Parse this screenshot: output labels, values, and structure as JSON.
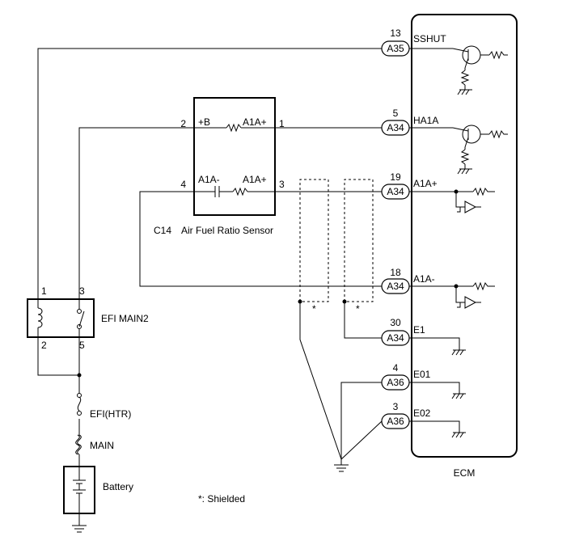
{
  "ecm": {
    "label": "ECM",
    "pins": [
      {
        "num": "13",
        "conn": "A35",
        "signal": "SSHUT"
      },
      {
        "num": "5",
        "conn": "A34",
        "signal": "HA1A"
      },
      {
        "num": "19",
        "conn": "A34",
        "signal": "A1A+"
      },
      {
        "num": "18",
        "conn": "A34",
        "signal": "A1A-"
      },
      {
        "num": "30",
        "conn": "A34",
        "signal": "E1"
      },
      {
        "num": "4",
        "conn": "A36",
        "signal": "E01"
      },
      {
        "num": "3",
        "conn": "A36",
        "signal": "E02"
      }
    ]
  },
  "sensor": {
    "id": "C14",
    "name": "Air Fuel Ratio Sensor",
    "pin_b": "2",
    "pin_b_label": "+B",
    "pin_heater_out": "1",
    "heater_label": "A1A+",
    "pin_minus": "4",
    "minus_label": "A1A-",
    "pin_plus": "3",
    "plus_label": "A1A+"
  },
  "relay": {
    "name": "EFI MAIN2",
    "pins": [
      "1",
      "3",
      "2",
      "5"
    ]
  },
  "fuses": {
    "efi_htr": "EFI(HTR)",
    "main": "MAIN"
  },
  "battery": {
    "label": "Battery"
  },
  "shield_marks": [
    "*",
    "*"
  ],
  "footnote": "*: Shielded"
}
